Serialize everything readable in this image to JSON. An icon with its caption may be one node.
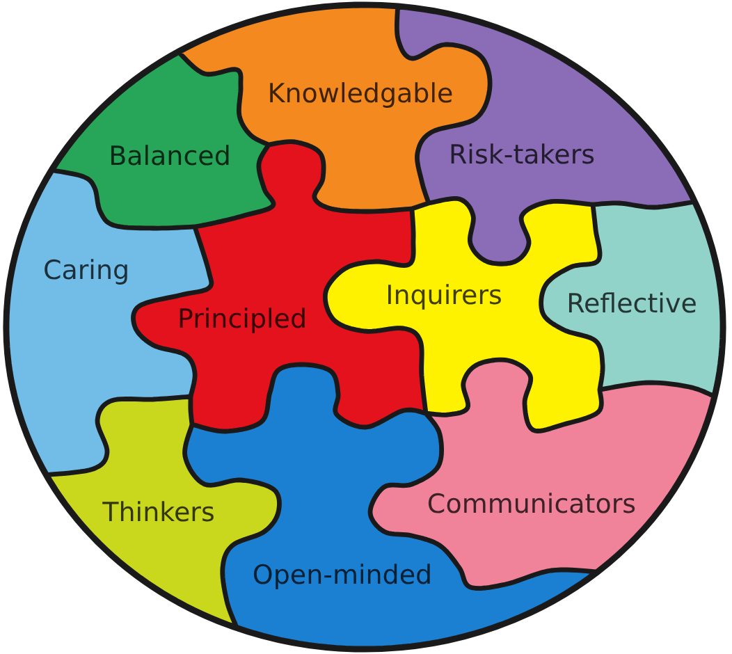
{
  "diagram": {
    "nodes": [
      {
        "text": [
          "Knowledgable"
        ]
      },
      {
        "text": [
          "Balanced"
        ]
      },
      {
        "text": [
          "Risk-takers"
        ]
      },
      {
        "text": [
          "Caring"
        ]
      },
      {
        "text": [
          "Principled"
        ]
      },
      {
        "text": [
          "Inquirers"
        ]
      },
      {
        "text": [
          "Reflective"
        ]
      },
      {
        "text": [
          "Thinkers"
        ]
      },
      {
        "text": [
          "Communicators"
        ]
      },
      {
        "text": [
          "Open-minded"
        ]
      }
    ]
  }
}
